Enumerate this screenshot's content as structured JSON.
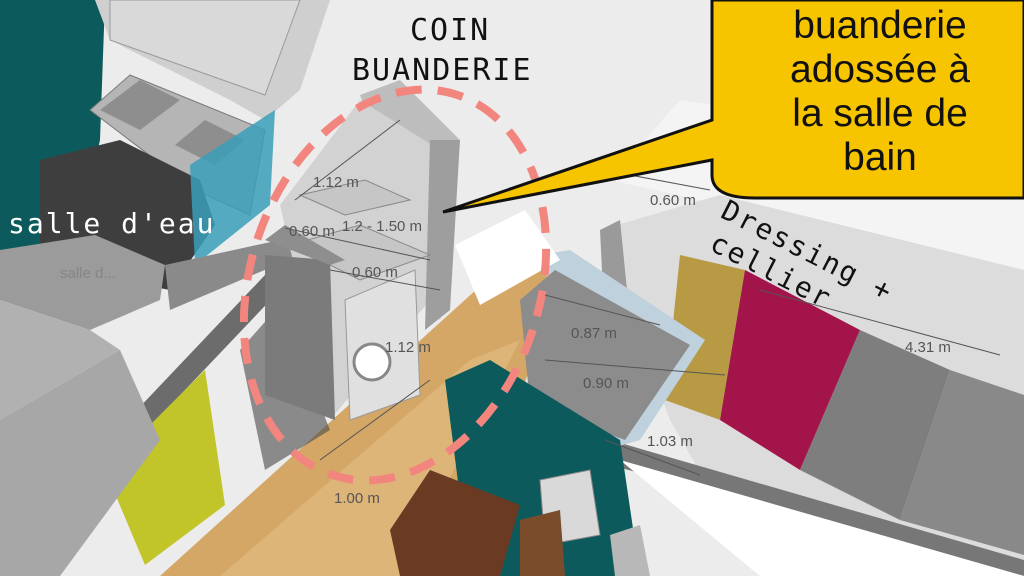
{
  "labels": {
    "coin_line1": "COIN",
    "coin_line2": "BUANDERIE",
    "salle_eau": "salle d'eau",
    "dressing_line1": "Dressing +",
    "dressing_line2": "cellier",
    "faint_room": "salle d..."
  },
  "callout": {
    "lines": [
      "buanderie",
      "adossée à",
      "la salle de",
      "bain"
    ],
    "background_color": "#f7c400"
  },
  "dimensions": {
    "d1": "1.12 m",
    "d2": "0.60 m",
    "d3": "1.2 - 1.50 m",
    "d4": "0.60 m",
    "d5": "1.12 m",
    "d6": "1.00 m",
    "d7": "0.87 m",
    "d8": "0.90 m",
    "d9": "1.03 m",
    "d10": "0.60 m",
    "d11": "4.31 m"
  },
  "colors": {
    "teal_wall": "#0d5a5c",
    "glass_panel": "#3a9fb8",
    "dashed_circle": "#f3857f",
    "yellow_door": "#c2c52a",
    "mustard_panel": "#b89a45",
    "burgundy_panel": "#a3154a",
    "floor_wood": "#d4a767"
  }
}
